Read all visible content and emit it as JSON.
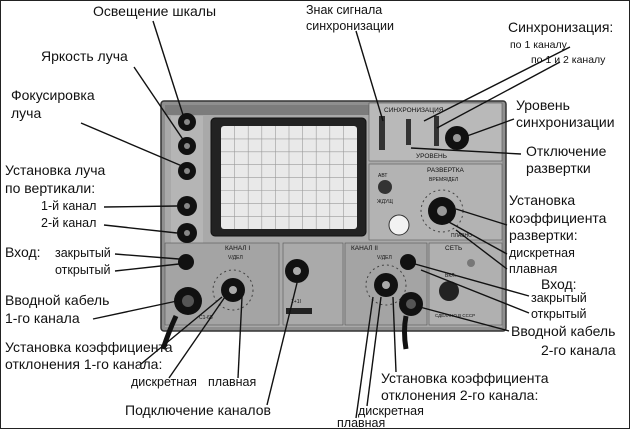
{
  "labels": {
    "scale_light": "Освещение шкалы",
    "brightness": "Яркость луча",
    "focus_1": "Фокусировка",
    "focus_2": "луча",
    "vert_1": "Установка луча",
    "vert_2": "по вертикали:",
    "ch1": "1-й канал",
    "ch2": "2-й канал",
    "input_left": "Вход:",
    "closed_left": "закрытый",
    "open_left": "открытый",
    "cable1_1": "Вводной кабель",
    "cable1_2": "1-го канала",
    "defl1_1": "Установка коэффициента",
    "defl1_2": "отклонения 1-го канала:",
    "discrete_1": "дискретная",
    "smooth_1": "плавная",
    "connect": "Подключение каналов",
    "sync_sign_1": "Знак сигнала",
    "sync_sign_2": "синхронизации",
    "sync_1": "Синхронизация:",
    "sync_2": "по 1 каналу",
    "sync_3": "по 1 и 2 каналу",
    "level_1": "Уровень",
    "level_2": "синхронизации",
    "sweep_off_1": "Отключение",
    "sweep_off_2": "развертки",
    "sweep_1": "Установка",
    "sweep_2": "коэффициента",
    "sweep_3": "развертки:",
    "discrete_r": "дискретная",
    "smooth_r": "плавная",
    "input_right": "Вход:",
    "closed_right": "закрытый",
    "open_right": "открытый",
    "cable2_1": "Вводной кабель",
    "cable2_2": "2-го канала",
    "defl2_1": "Установка коэффициента",
    "defl2_2": "отклонения 2-го канала:",
    "discrete_2": "дискретная",
    "smooth_2": "плавная"
  },
  "panel": {
    "sync_title": "СИНХРОНИЗАЦИЯ",
    "level": "УРОВЕНЬ",
    "sweep_title": "РАЗВЕРТКА",
    "time_div": "ВРЕМЯ/ДЕЛ",
    "smooth": "ПЛАВНО",
    "channel1": "КАНАЛ I",
    "channel2": "КАНАЛ II",
    "volt_div_1": "V/ДЕЛ",
    "volt_div_2": "V/ДЕЛ",
    "network": "СЕТЬ",
    "on": "ВКЛ.",
    "auto": "АВТ",
    "standby": "ЖДУЩ",
    "one_channel": "1+1I",
    "maker": "СДЕЛАНО В СССР",
    "model": "С1-65"
  }
}
